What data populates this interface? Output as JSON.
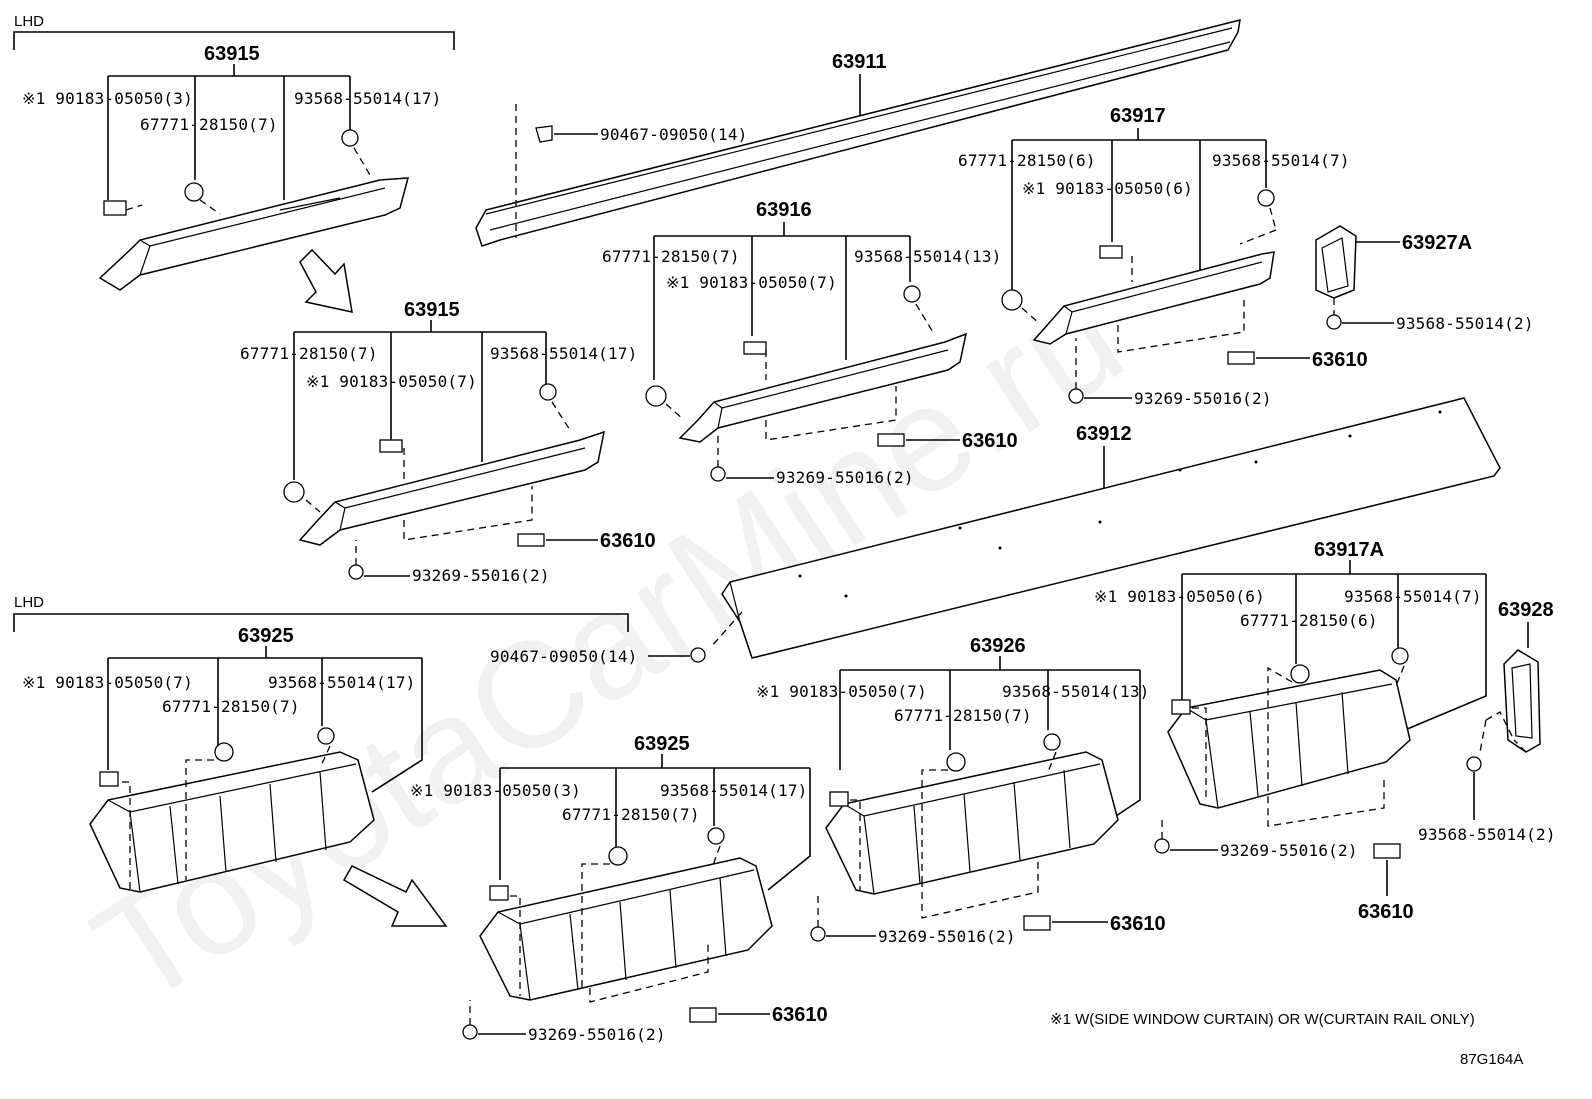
{
  "diagram": {
    "watermark": "ToyotaCarMine.ru",
    "drawing_code": "87G164A",
    "footnote": "※1 W(SIDE WINDOW CURTAIN) OR W(CURTAIN RAIL ONLY)",
    "section_labels": [
      "LHD",
      "LHD"
    ],
    "groups": {
      "g63915a": {
        "title": "63915",
        "l1": "※1 90183-05050(3)",
        "l2": "67771-28150(7)",
        "l3": "93568-55014(17)"
      },
      "g63915b": {
        "title": "63915",
        "l1": "67771-28150(7)",
        "l2": "※1 90183-05050(7)",
        "l3": "93568-55014(17)",
        "l4": "93269-55016(2)",
        "l5": "63610"
      },
      "g63916": {
        "title": "63916",
        "l1": "67771-28150(7)",
        "l2": "※1 90183-05050(7)",
        "l3": "93568-55014(13)",
        "l4": "93269-55016(2)",
        "l5": "63610"
      },
      "g63917": {
        "title": "63917",
        "l1": "67771-28150(6)",
        "l2": "※1 90183-05050(6)",
        "l3": "93568-55014(7)",
        "l4": "93269-55016(2)",
        "l5": "63610"
      },
      "g63911": {
        "title": "63911",
        "l1": "90467-09050(14)"
      },
      "g63912": {
        "title": "63912",
        "l1": "90467-09050(14)"
      },
      "g63927A": {
        "title": "63927A",
        "l1": "93568-55014(2)"
      },
      "g63925a": {
        "title": "63925",
        "l1": "※1 90183-05050(7)",
        "l2": "67771-28150(7)",
        "l3": "93568-55014(17)"
      },
      "g63925b": {
        "title": "63925",
        "l1": "※1 90183-05050(3)",
        "l2": "67771-28150(7)",
        "l3": "93568-55014(17)",
        "l4": "93269-55016(2)",
        "l5": "63610"
      },
      "g63926": {
        "title": "63926",
        "l1": "※1 90183-05050(7)",
        "l2": "67771-28150(7)",
        "l3": "93568-55014(13)",
        "l4": "93269-55016(2)",
        "l5": "63610"
      },
      "g63917A": {
        "title": "63917A",
        "l1": "※1 90183-05050(6)",
        "l2": "67771-28150(6)",
        "l3": "93568-55014(7)",
        "l4": "93269-55016(2)",
        "l5": "63610"
      },
      "g63928": {
        "title": "63928",
        "l1": "93568-55014(2)"
      }
    }
  }
}
